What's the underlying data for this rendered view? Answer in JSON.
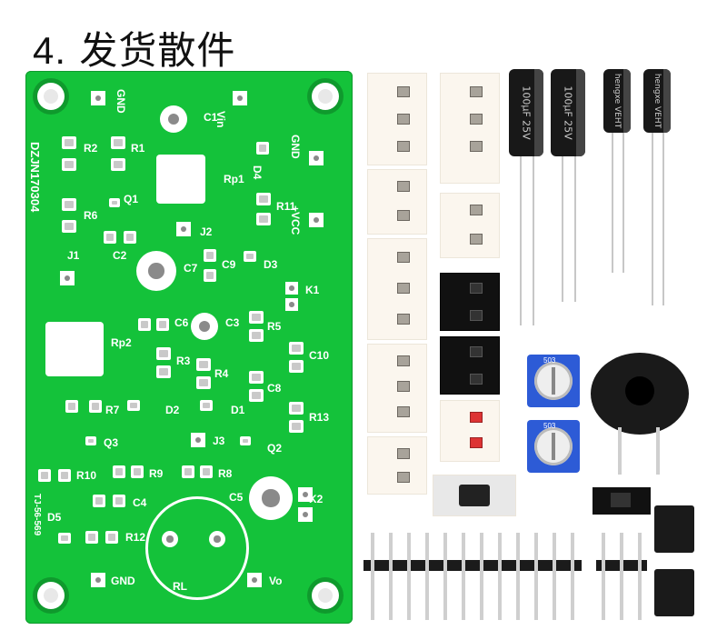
{
  "title": {
    "number": "4.",
    "text": "发货散件"
  },
  "pcb": {
    "board_id": "DZJN170304",
    "side_code": "TJ-56-569",
    "labels": {
      "gnd_top": "GND",
      "vin": "Vin",
      "c1": "C1",
      "r2": "R2",
      "r1": "R1",
      "rp1": "Rp1",
      "d4": "D4",
      "gnd_mid": "GND",
      "q1": "Q1",
      "r6": "R6",
      "c2": "C2",
      "r11": "R11",
      "vcc": "+VCC",
      "j2": "J2",
      "j1": "J1",
      "c7": "C7",
      "c9": "C9",
      "d3": "D3",
      "k1": "K1",
      "rp2": "Rp2",
      "c6": "C6",
      "c3": "C3",
      "r5": "R5",
      "r3": "R3",
      "r4": "R4",
      "c10": "C10",
      "c8": "C8",
      "r7": "R7",
      "d2": "D2",
      "d1": "D1",
      "r13": "R13",
      "q3": "Q3",
      "j3": "J3",
      "q2": "Q2",
      "r10": "R10",
      "r9": "R9",
      "r8": "R8",
      "c5": "C5",
      "k2": "K2",
      "c4": "C4",
      "d5": "D5",
      "r12": "R12",
      "rl": "RL",
      "gnd_bot": "GND",
      "vo": "Vo"
    }
  },
  "capacitors": [
    {
      "label": "100μF 25V"
    },
    {
      "label": "100μF 25V"
    },
    {
      "label": "hengxe VEHT"
    },
    {
      "label": "hengxe VEHT"
    }
  ],
  "pot_labels": [
    "503",
    "503"
  ],
  "colors": {
    "pcb": "#14c23a",
    "silk": "#ffffff",
    "pot": "#2d5bd6"
  }
}
